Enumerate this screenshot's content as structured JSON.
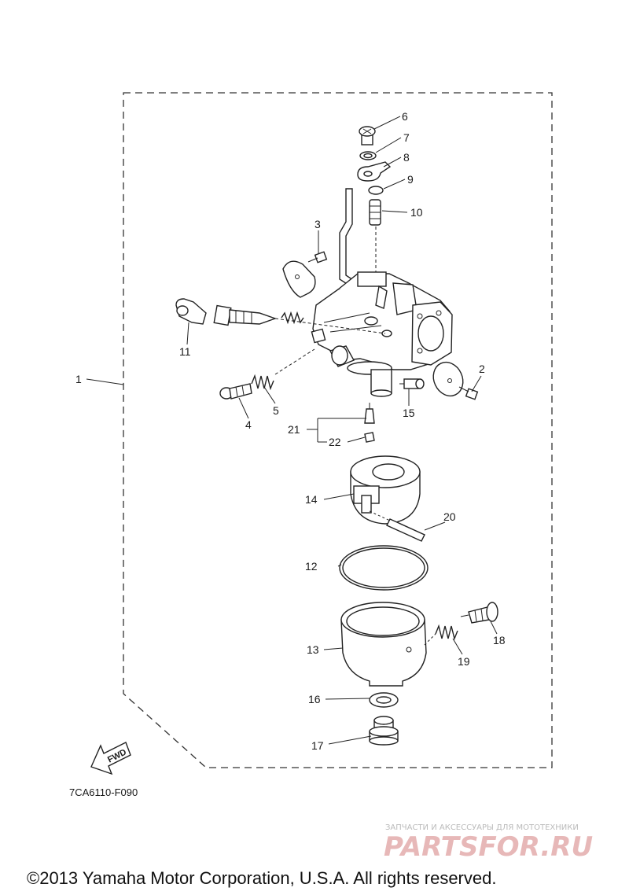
{
  "diagram": {
    "diagram_code": "7CA6110-F090",
    "copyright": "©2013 Yamaha Motor Corporation, U.S.A. All rights reserved.",
    "fwd_label": "FWD",
    "watermark": {
      "tagline": "ЗАПЧАСТИ И АКСЕССУАРЫ ДЛЯ МОТОТЕХНИКИ",
      "logo": "PARTSFOR.RU"
    },
    "callouts": [
      "1",
      "2",
      "3",
      "4",
      "5",
      "6",
      "7",
      "8",
      "9",
      "10",
      "11",
      "12",
      "13",
      "14",
      "15",
      "16",
      "17",
      "18",
      "19",
      "20",
      "21",
      "22"
    ]
  },
  "colors": {
    "line": "#222222",
    "background": "#ffffff",
    "watermark_logo": "#e7b8b8",
    "watermark_text": "#bbbbbb"
  }
}
